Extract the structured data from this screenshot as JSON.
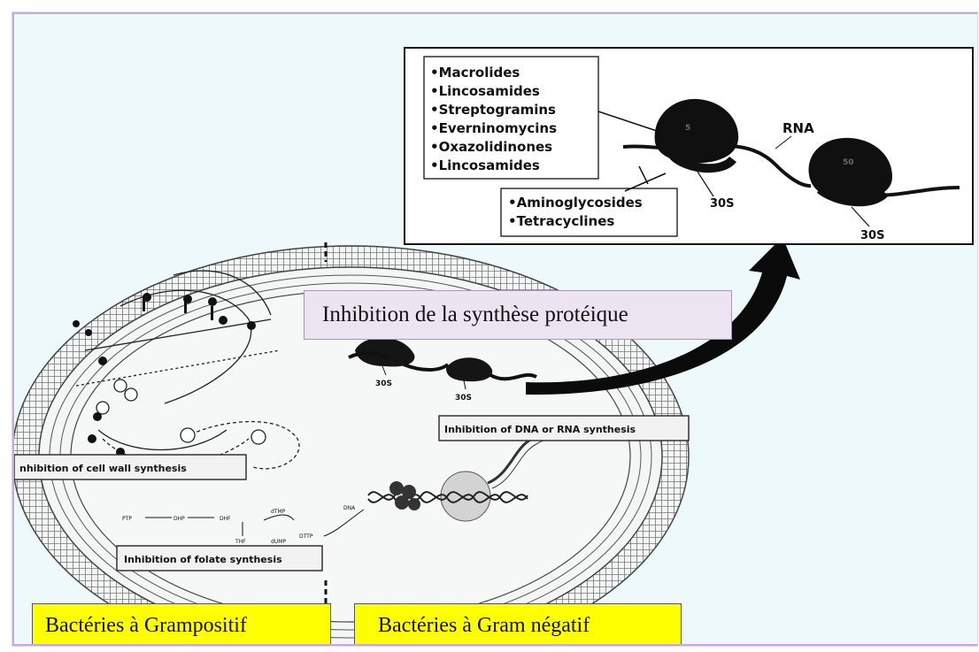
{
  "protein_box": {
    "drugs_50s": [
      "•Macrolides",
      "•Lincosamides",
      "•Streptogramins",
      "•Everninomycins",
      "•Oxazolidinones",
      "•Lincosamides"
    ],
    "drugs_30s": [
      "•Aminoglycosides",
      "•Tetracyclines"
    ],
    "rna_label": "RNA",
    "subunit_50s": "5",
    "subunit_50s_b": "50",
    "subunit_30s": "30S"
  },
  "mechanisms": {
    "cell_wall": "nhibition of cell wall synthesis",
    "dna_rna": "Inhibition of DNA or RNA synthesis",
    "folate": "Inhibition of folate synthesis"
  },
  "cell": {
    "ribosome_30s": "30S",
    "pathway": [
      "PTP",
      "DHP",
      "DHF",
      "THF",
      "dTMP",
      "dUMP",
      "DTTP",
      "DNA"
    ]
  },
  "labels": {
    "protein_synthesis": "Inhibition  de la  synthèse  protéique",
    "gram_positive": "Bactéries  à Grampositif",
    "gram_negative": "Bactéries  à Gram négatif"
  },
  "colors": {
    "frame_border": "#c9a8dc",
    "label_purple": "#ece4f1",
    "label_yellow": "#ffff00"
  }
}
